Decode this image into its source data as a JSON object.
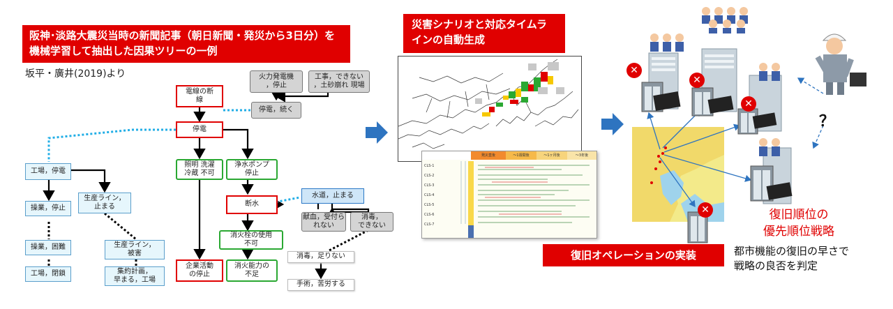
{
  "left": {
    "title": "阪神･淡路大震災当時の新聞記事（朝日新聞・発災から3日分）を機械学習して抽出した因果ツリーの一例",
    "citation": "坂平・廣井(2019)より",
    "nodes": {
      "power_line": "電線の断\n線",
      "thermal_plant": "火力発電機\n，停止",
      "construction": "工事，できない\n，土砂崩れ 現場",
      "outage_continues": "停電，続く",
      "outage": "停電",
      "lighting": "照明 洗濯\n冷蔵 不可",
      "water_pump": "浄水ポンプ\n停止",
      "water_cut": "断水",
      "water_stops": "水道，止まる",
      "blood_donation": "献血，受付ら\nれない",
      "disinfect_cannot": "消毒，\nできない",
      "hydrant": "消火栓の使用\n不可",
      "firefight": "消火能力の\n不足",
      "business_stop": "企業活動\nの停止",
      "disinfect_short": "消毒，足りない",
      "surgery": "手術，苦労する",
      "factory_outage": "工場，停電",
      "operation_stop": "操業，停止",
      "production_line_stop": "生産ライン，\n止まる",
      "operation_difficult": "操業，困難",
      "production_line_damage": "生産ライン，\n被害",
      "factory_closed": "工場，閉鎖",
      "consolidation": "集約計画，\n早まる，工場"
    }
  },
  "middle": {
    "title": "災害シナリオと対応タイムラインの自動生成",
    "timeline_header": [
      "発災直後",
      "〜1週間後",
      "〜1ヶ月後",
      "〜3年後"
    ],
    "timeline_rows": [
      "CLS-1",
      "CLS-2",
      "CLS-3",
      "CLS-4",
      "CLS-5",
      "CLS-6",
      "CLS-7"
    ]
  },
  "right": {
    "operation_title": "復旧オペレーションの実装",
    "strategy": "復旧順位の\n優先順位戦略",
    "judgement": "都市機能の復旧の早さで\n戦略の良否を判定",
    "question": "？"
  },
  "colors": {
    "banner": "#e00000",
    "strategy_text": "#e00000",
    "arrow": "#2e74c0"
  }
}
